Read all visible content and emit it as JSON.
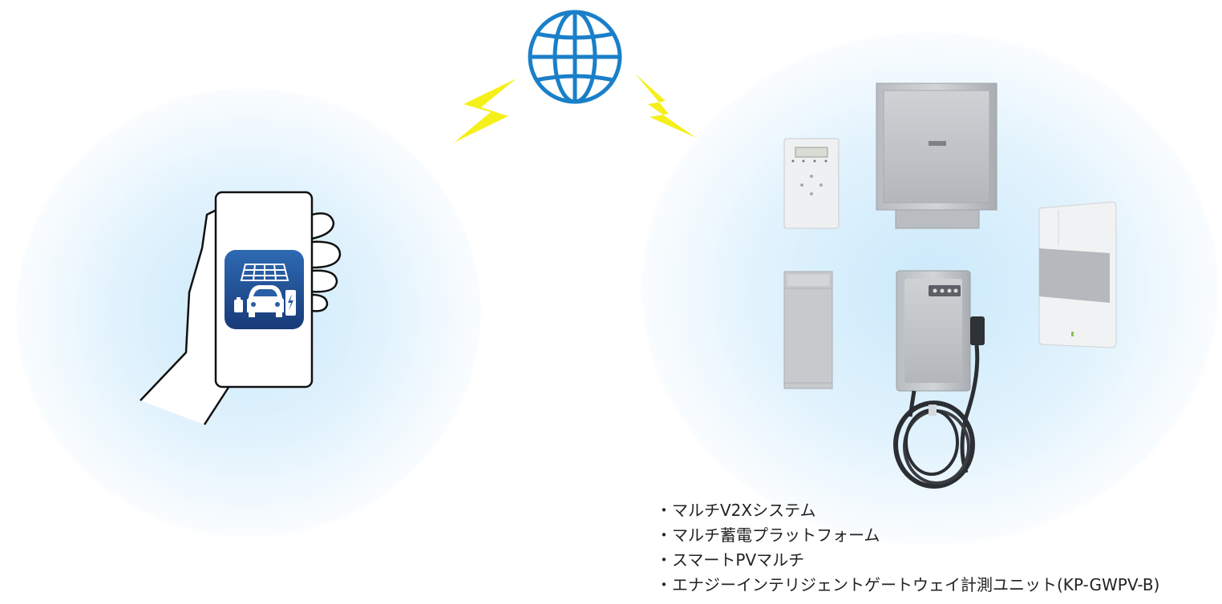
{
  "icons": [
    "globe-icon",
    "lightning-icon",
    "smartphone-hand-icon",
    "app-icon",
    "solar-panel-icon",
    "car-icon",
    "charger-icon",
    "battery-icon"
  ],
  "devices": [
    "マルチV2Xシステム",
    "マルチ蓄電プラットフォーム",
    "スマートPVマルチ",
    "エナジーインテリジェントゲートウェイ計測ユニット(KP-GWPV-B)"
  ],
  "colors": {
    "globe": "#1a7fc9",
    "lightning": "#f5ef1a",
    "app_bg_top": "#2b5fa8",
    "app_bg_bottom": "#1a3c7a",
    "glow": "#d3ecfb",
    "device_silver": "#c2c5c8",
    "device_white": "#eef0f2"
  }
}
